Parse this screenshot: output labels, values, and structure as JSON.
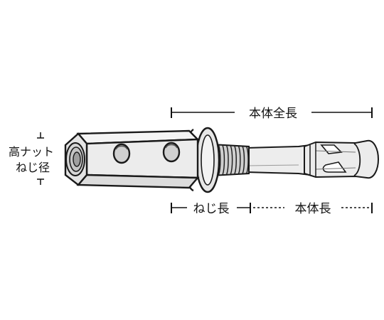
{
  "labels": {
    "overall_length": "本体全長",
    "thread_length": "ねじ長",
    "body_length": "本体長",
    "nut_height_line1": "高ナット",
    "nut_height_line2": "ねじ径"
  },
  "colors": {
    "line": "#1a1a1a",
    "metal": "#ededed",
    "thread": "#cfcfcf",
    "shadow": "#bdbdbd"
  }
}
